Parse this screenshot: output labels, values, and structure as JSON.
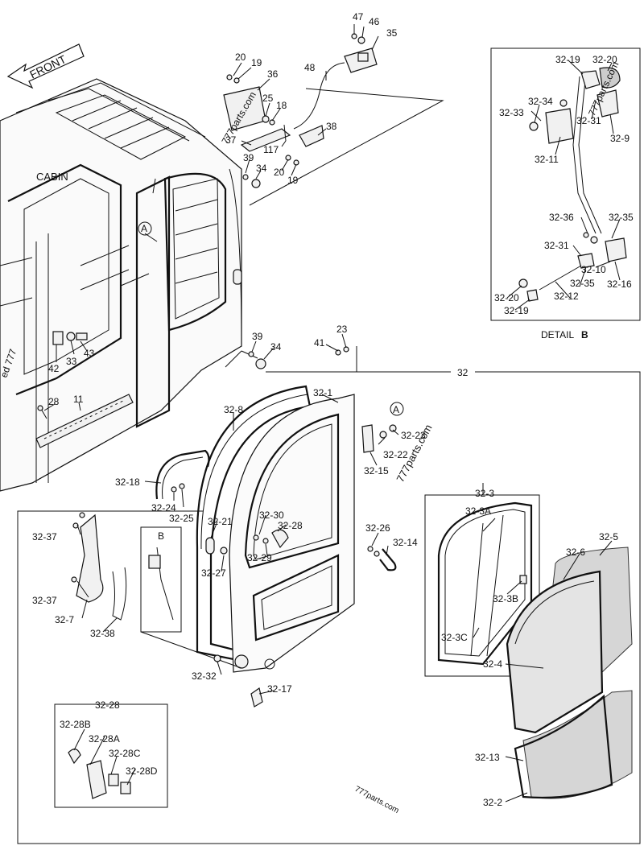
{
  "diagram": {
    "direction_label": "FRONT",
    "cabin_label": "CABIN",
    "detail_caption_prefix": "DETAIL",
    "detail_caption_letter": "B",
    "watermarks": [
      "777parts.com",
      "777parts.com",
      "777parts.com",
      "777parts.com",
      "ed 777"
    ],
    "callout_markers": [
      "A",
      "A",
      "B"
    ],
    "group_labels": [
      "32",
      "32-3",
      "32-28"
    ],
    "part_labels": [
      "47",
      "46",
      "35",
      "20",
      "19",
      "36",
      "48",
      "25",
      "18",
      "38",
      "37",
      "117",
      "39",
      "34",
      "20",
      "19",
      "A",
      "CABIN",
      "39",
      "34",
      "41",
      "23",
      "42",
      "33",
      "43",
      "28",
      "11",
      "32-19",
      "32-20",
      "32-34",
      "32-33",
      "32-31",
      "32-9",
      "32-11",
      "32-36",
      "32-35",
      "32-31",
      "32-16",
      "32-10",
      "32-35",
      "32-20",
      "32-12",
      "32-19",
      "32",
      "32-8",
      "32-1",
      "32-23",
      "32-22",
      "32-15",
      "32-18",
      "32-24",
      "32-25",
      "32-3",
      "32-3A",
      "32-5",
      "32-6",
      "32-3B",
      "32-3C",
      "32-4",
      "32-13",
      "32-2",
      "32-37",
      "32-37",
      "32-7",
      "32-38",
      "B",
      "32-21",
      "32-27",
      "32-30",
      "32-28",
      "32-29",
      "32-26",
      "32-14",
      "32-32",
      "32-17",
      "32-28",
      "32-28B",
      "32-28A",
      "32-28C",
      "32-28D"
    ]
  }
}
